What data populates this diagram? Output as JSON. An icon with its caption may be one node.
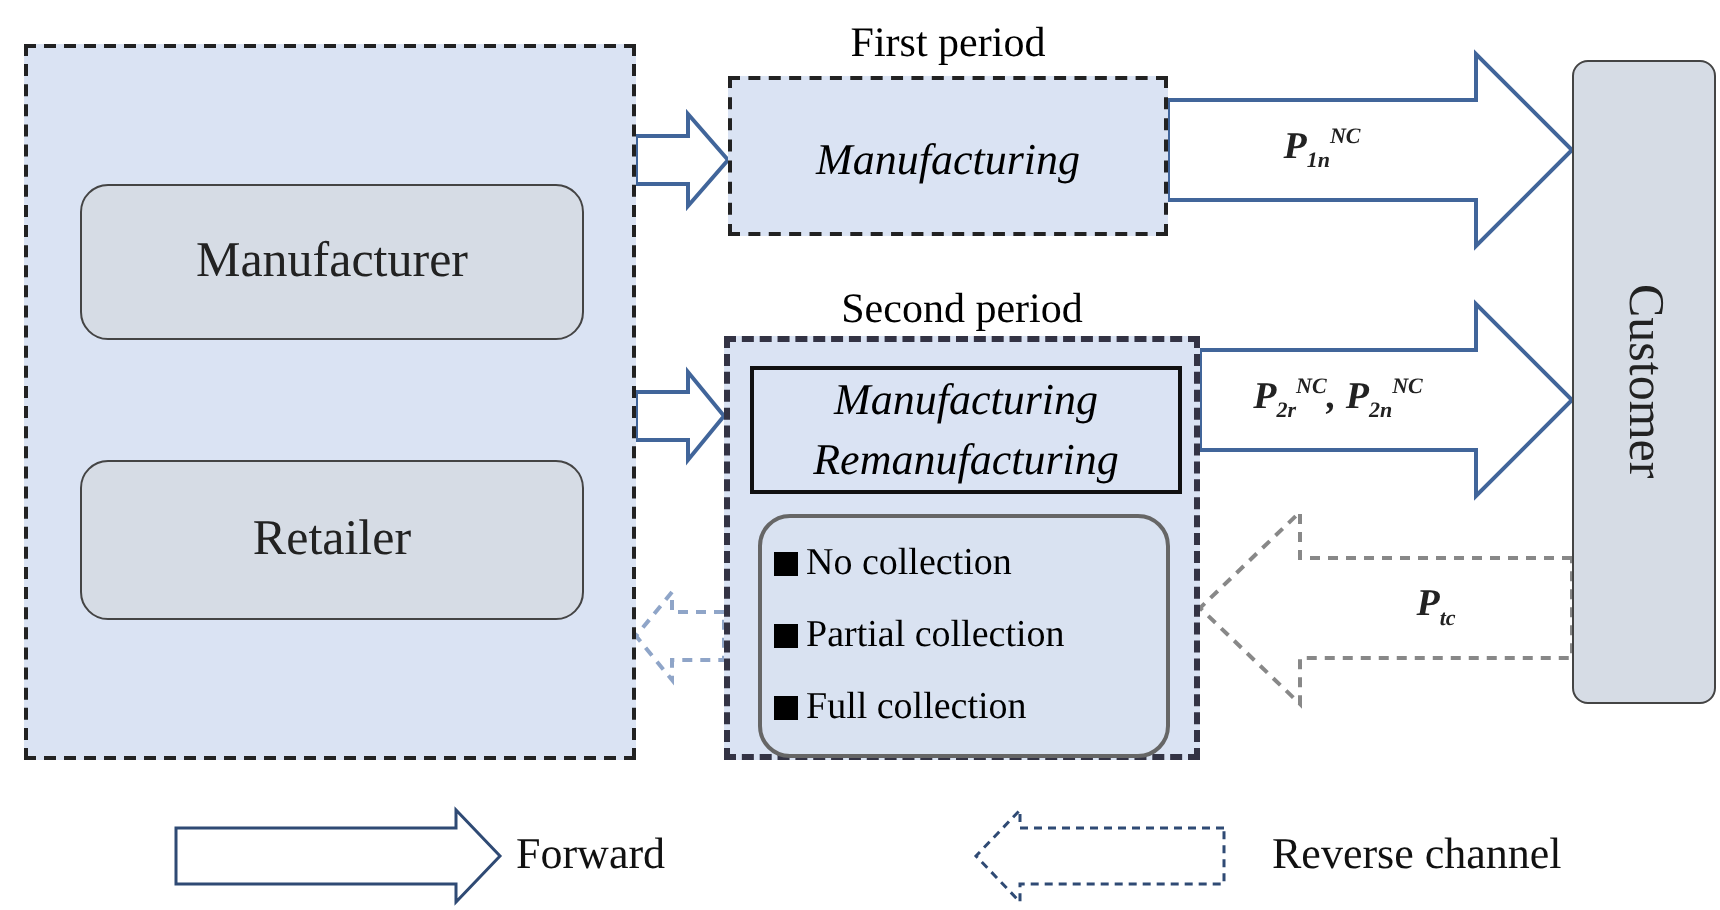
{
  "diagram": {
    "nodes": [
      {
        "text": [],
        "shape": "box"
      },
      {
        "text": [
          "Manufacturer"
        ],
        "in": 0
      },
      {
        "text": [
          "Retailer"
        ],
        "in": 0
      },
      {
        "text": [
          "First period",
          "Manufacturing"
        ]
      },
      {
        "text": [
          "Second period"
        ]
      },
      {
        "text": [
          "Manufacturing Remanufacturing"
        ],
        "in": 4
      },
      {
        "text": [
          "No collection",
          "Partial collection",
          "Full collection"
        ],
        "in": 4
      },
      {
        "text": [
          "Customer"
        ]
      }
    ],
    "edges": [
      {
        "from": 0,
        "to": 3,
        "arrow": "to"
      },
      {
        "from": 0,
        "to": 4,
        "arrow": "to"
      },
      {
        "from": 3,
        "to": 7,
        "arrow": "to",
        "label": "P$_{1n}$$^{NC}$"
      },
      {
        "from": 4,
        "to": 7,
        "arrow": "to",
        "label": "P$_{2r}$$^{NC}$, P$_{2n}$$^{NC}$"
      },
      {
        "from": 7,
        "to": 4,
        "arrow": "to",
        "label": "P$_{tc}$",
        "style": "dashed",
        "color": "#888888"
      },
      {
        "from": 4,
        "to": 0,
        "arrow": "to",
        "style": "dashed",
        "color": "#8fa5c8"
      }
    ],
    "legend": [
      {
        "text": "Forward"
      },
      {
        "text": "Reverse channel"
      }
    ]
  }
}
